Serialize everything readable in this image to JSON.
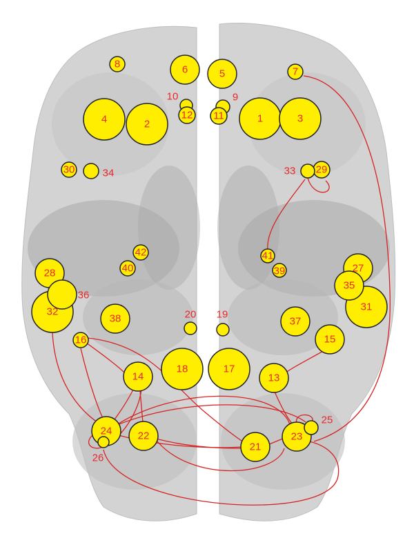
{
  "figure": {
    "node_fill": "#ffee00",
    "node_stroke": "#222222",
    "edge_color": "#d62222",
    "label_color": "#e8282a",
    "background_image": "brain axial slice (grayscale, top view)"
  },
  "nodes": [
    {
      "id": "1",
      "label": "1",
      "level": "large"
    },
    {
      "id": "2",
      "label": "2",
      "level": "large"
    },
    {
      "id": "3",
      "label": "3",
      "level": "large"
    },
    {
      "id": "4",
      "label": "4",
      "level": "large"
    },
    {
      "id": "5",
      "label": "5",
      "level": "medium"
    },
    {
      "id": "6",
      "label": "6",
      "level": "medium"
    },
    {
      "id": "7",
      "label": "7",
      "level": "small"
    },
    {
      "id": "8",
      "label": "8",
      "level": "small"
    },
    {
      "id": "9",
      "label": "9",
      "level": "small"
    },
    {
      "id": "10",
      "label": "10",
      "level": "small"
    },
    {
      "id": "11",
      "label": "11",
      "level": "small"
    },
    {
      "id": "12",
      "label": "12",
      "level": "small"
    },
    {
      "id": "13",
      "label": "13",
      "level": "medium"
    },
    {
      "id": "14",
      "label": "14",
      "level": "medium"
    },
    {
      "id": "15",
      "label": "15",
      "level": "medium"
    },
    {
      "id": "16",
      "label": "16",
      "level": "small"
    },
    {
      "id": "17",
      "label": "17",
      "level": "large"
    },
    {
      "id": "18",
      "label": "18",
      "level": "large"
    },
    {
      "id": "19",
      "label": "19",
      "level": "small"
    },
    {
      "id": "20",
      "label": "20",
      "level": "small"
    },
    {
      "id": "21",
      "label": "21",
      "level": "medium"
    },
    {
      "id": "22",
      "label": "22",
      "level": "medium"
    },
    {
      "id": "23",
      "label": "23",
      "level": "medium"
    },
    {
      "id": "24",
      "label": "24",
      "level": "medium"
    },
    {
      "id": "25",
      "label": "25",
      "level": "small"
    },
    {
      "id": "26",
      "label": "26",
      "level": "small"
    },
    {
      "id": "27",
      "label": "27",
      "level": "medium"
    },
    {
      "id": "28",
      "label": "28",
      "level": "medium"
    },
    {
      "id": "29",
      "label": "29",
      "level": "small"
    },
    {
      "id": "30",
      "label": "30",
      "level": "small"
    },
    {
      "id": "31",
      "label": "31",
      "level": "large"
    },
    {
      "id": "32",
      "label": "32",
      "level": "large"
    },
    {
      "id": "33",
      "label": "33",
      "level": "small"
    },
    {
      "id": "34",
      "label": "34",
      "level": "small"
    },
    {
      "id": "35",
      "label": "35",
      "level": "medium"
    },
    {
      "id": "36",
      "label": "36",
      "level": "medium"
    },
    {
      "id": "37",
      "label": "37",
      "level": "medium"
    },
    {
      "id": "38",
      "label": "38",
      "level": "medium"
    },
    {
      "id": "39",
      "label": "39",
      "level": "small"
    },
    {
      "id": "40",
      "label": "40",
      "level": "small"
    },
    {
      "id": "41",
      "label": "41",
      "level": "small"
    },
    {
      "id": "42",
      "label": "42",
      "level": "small"
    }
  ],
  "edges": [
    {
      "from": "7",
      "to": "23"
    },
    {
      "from": "33",
      "to": "29"
    },
    {
      "from": "33",
      "to": "41"
    },
    {
      "from": "32",
      "to": "24"
    },
    {
      "from": "16",
      "to": "24"
    },
    {
      "from": "16",
      "to": "14"
    },
    {
      "from": "16",
      "to": "21"
    },
    {
      "from": "14",
      "to": "24"
    },
    {
      "from": "14",
      "to": "22"
    },
    {
      "from": "14",
      "to": "26"
    },
    {
      "from": "15",
      "to": "13"
    },
    {
      "from": "13",
      "to": "23"
    },
    {
      "from": "24",
      "to": "23"
    },
    {
      "from": "24",
      "to": "25"
    },
    {
      "from": "24",
      "to": "26"
    },
    {
      "from": "24",
      "to": "21"
    },
    {
      "from": "22",
      "to": "23"
    },
    {
      "from": "22",
      "to": "21"
    },
    {
      "from": "21",
      "to": "23"
    },
    {
      "from": "23",
      "to": "25"
    },
    {
      "from": "26",
      "to": "23"
    }
  ]
}
